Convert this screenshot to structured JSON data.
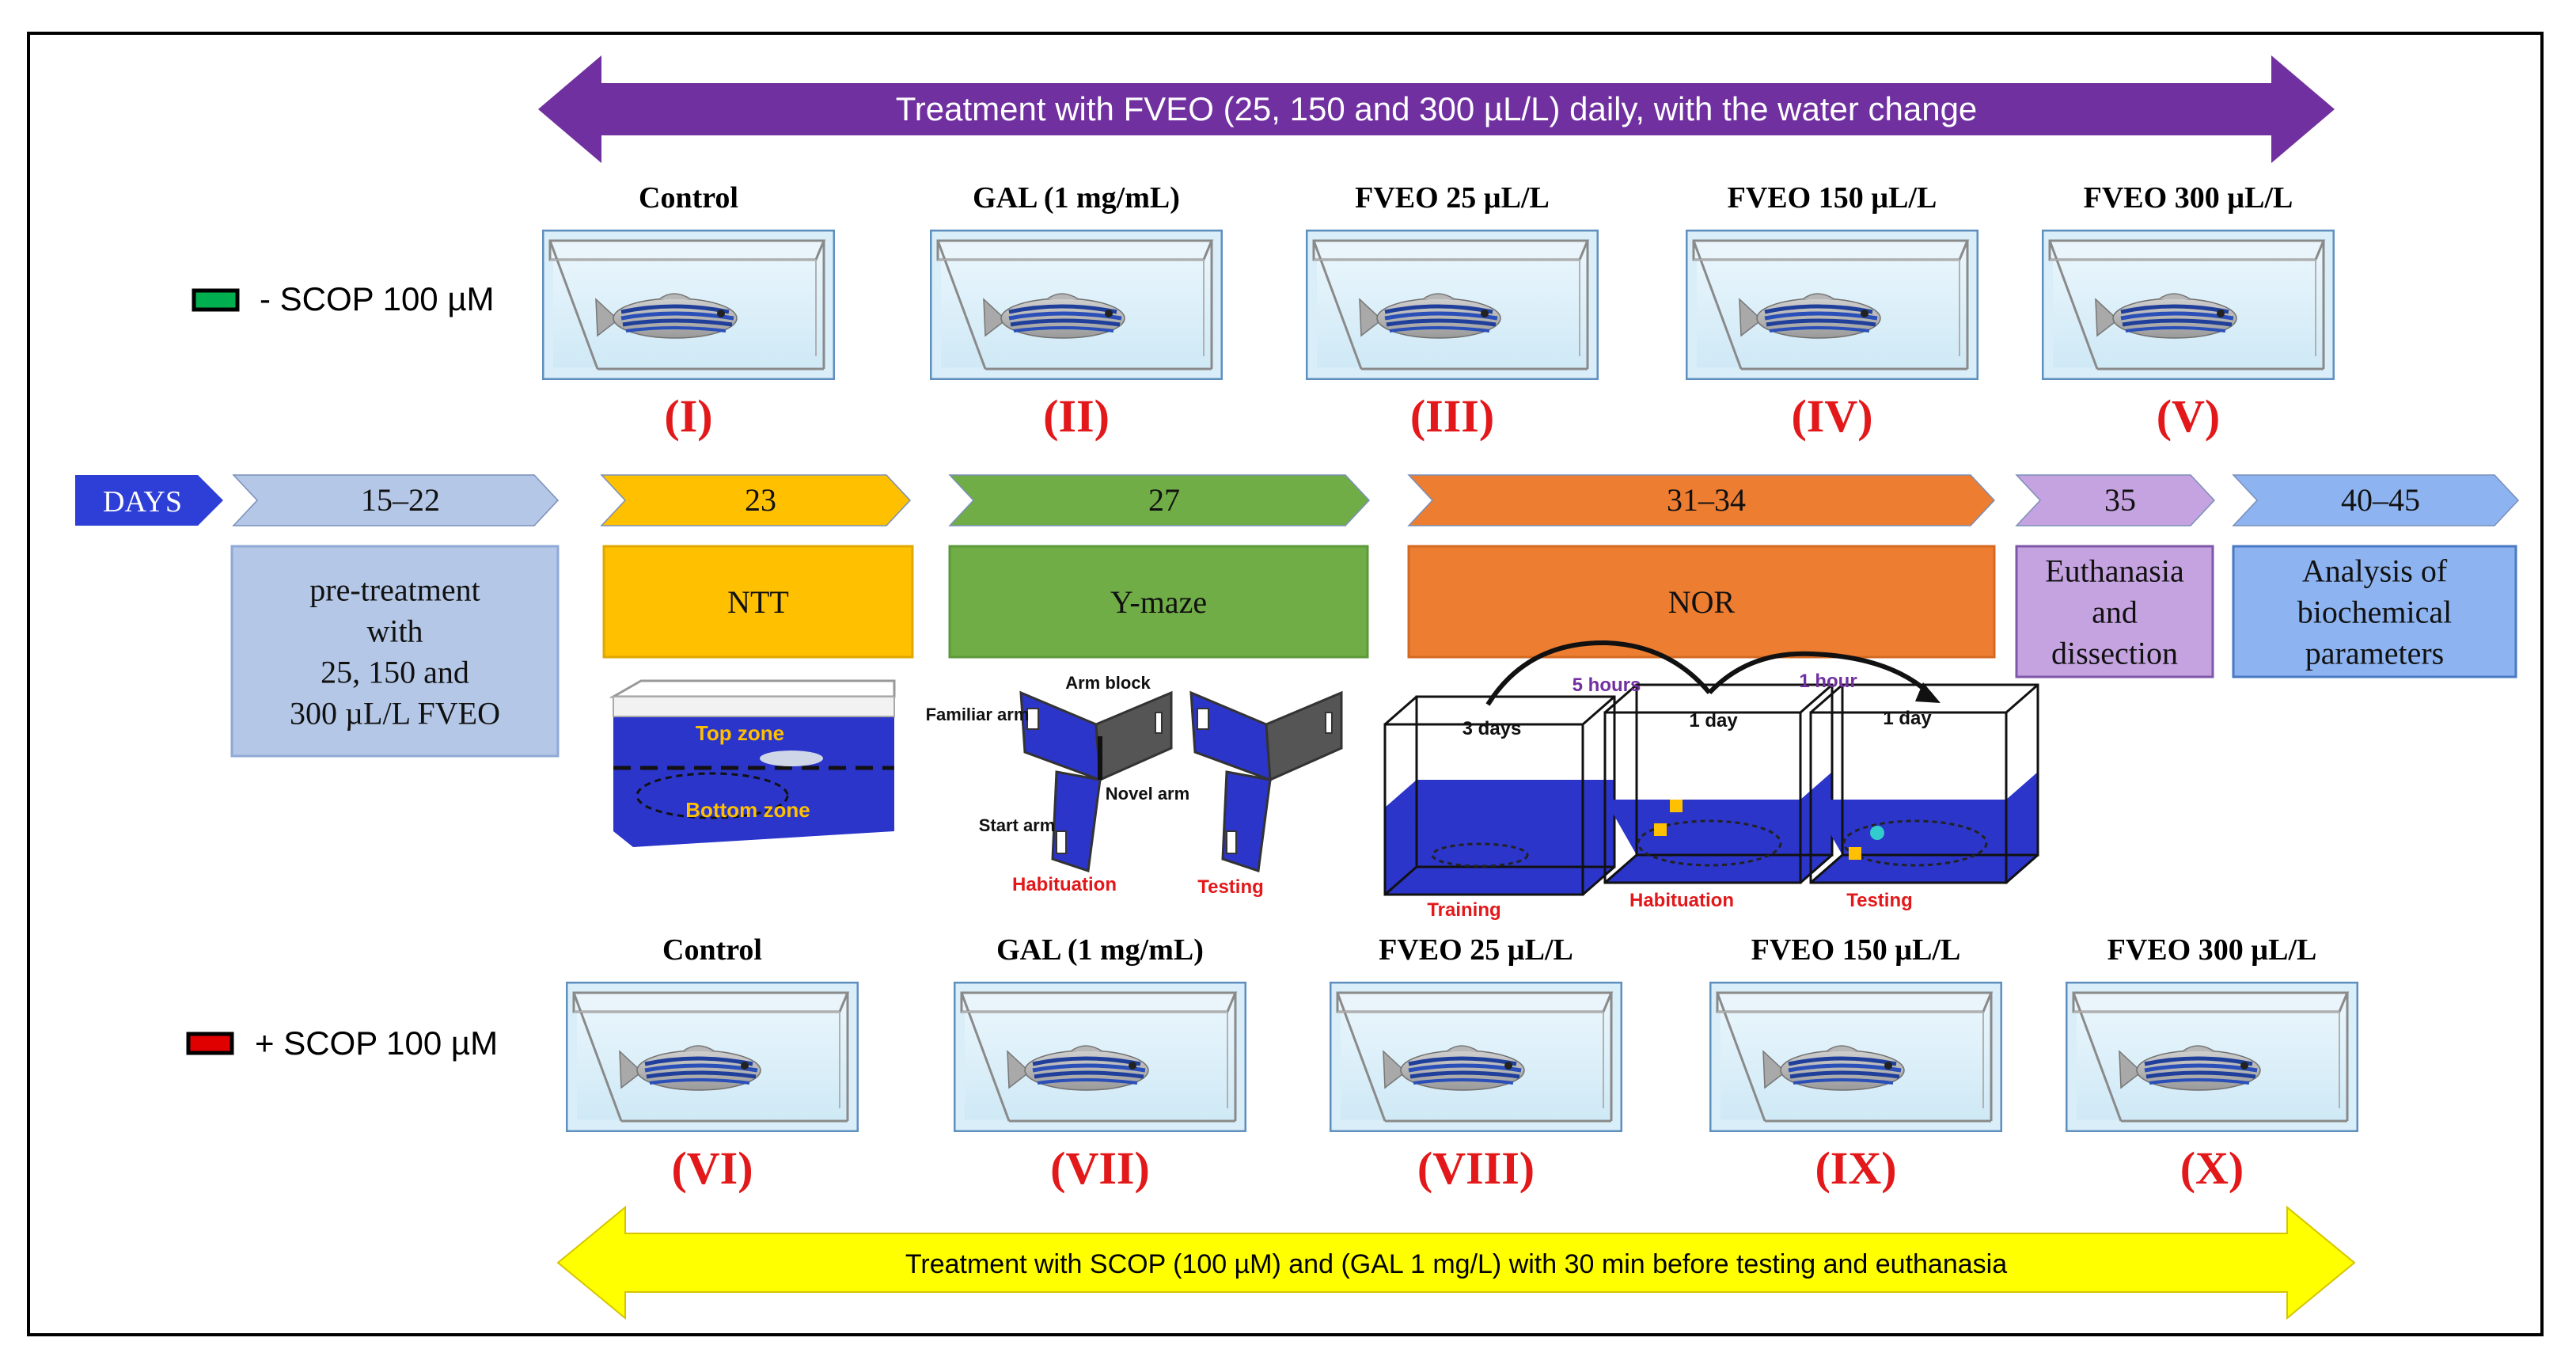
{
  "top_banner": {
    "text": "Treatment with FVEO (25, 150 and 300 µL/L) daily, with the water change",
    "color": "#7030a0"
  },
  "bottom_banner": {
    "text": "Treatment with SCOP (100 µM) and (GAL 1 mg/L)  with 30 min before testing and  euthanasia",
    "color": "#ffff00"
  },
  "legend": {
    "minus": {
      "text": "- SCOP 100 µM",
      "color": "#00b050"
    },
    "plus": {
      "text": "+ SCOP 100 µM",
      "color": "#e00000"
    }
  },
  "top_groups": [
    {
      "label": "Control",
      "roman": "(I)"
    },
    {
      "label": "GAL (1 mg/mL)",
      "roman": "(II)"
    },
    {
      "label": "FVEO 25 µL/L",
      "roman": "(III)"
    },
    {
      "label": "FVEO 150 µL/L",
      "roman": "(IV)"
    },
    {
      "label": "FVEO 300 µL/L",
      "roman": "(V)"
    }
  ],
  "bottom_groups": [
    {
      "label": "Control",
      "roman": "(VI)"
    },
    {
      "label": "GAL (1 mg/mL)",
      "roman": "(VII)"
    },
    {
      "label": "FVEO 25 µL/L",
      "roman": "(VIII)"
    },
    {
      "label": "FVEO 150 µL/L",
      "roman": "(IX)"
    },
    {
      "label": "FVEO 300 µL/L",
      "roman": "(X)"
    }
  ],
  "timeline": {
    "days_label": "DAYS",
    "phases": [
      {
        "days": "15–22",
        "box_lines": [
          "pre-treatment",
          "with",
          "25, 150 and",
          "300 µL/L FVEO"
        ],
        "chevron_color": "#b4c7e7",
        "box_color": "#b4c7e7",
        "box_border": "#8fa9d6"
      },
      {
        "days": "23",
        "box_lines": [
          "NTT"
        ],
        "chevron_color": "#ffc000",
        "box_color": "#ffc000",
        "box_border": "#e0a800"
      },
      {
        "days": "27",
        "box_lines": [
          "Y-maze"
        ],
        "chevron_color": "#70ad47",
        "box_color": "#70ad47",
        "box_border": "#5b9a3a"
      },
      {
        "days": "31–34",
        "box_lines": [
          "NOR"
        ],
        "chevron_color": "#ed7d31",
        "box_color": "#ed7d31",
        "box_border": "#d46a22"
      },
      {
        "days": "35",
        "box_lines": [
          "Euthanasia",
          "and",
          "dissection"
        ],
        "chevron_color": "#c5a3e0",
        "box_color": "#c5a3e0",
        "box_border": "#7e57a8"
      },
      {
        "days": "40–45",
        "box_lines": [
          "Analysis of",
          "biochemical",
          "parameters"
        ],
        "chevron_color": "#8db3f0",
        "box_color": "#8db3f0",
        "box_border": "#4a78c2"
      }
    ]
  },
  "ntt": {
    "top_zone": "Top zone",
    "bottom_zone": "Bottom zone"
  },
  "ymaze": {
    "arm_block": "Arm block",
    "familiar_arm": "Familiar arm",
    "novel_arm": "Novel arm",
    "start_arm": "Start arm",
    "habituation": "Habituation",
    "testing": "Testing"
  },
  "nor": {
    "interval1": "5 hours",
    "interval2": "1 hour",
    "tank1_days": "3 days",
    "tank2_days": "1 day",
    "tank3_days": "1 day",
    "training": "Training",
    "habituation": "Habituation",
    "testing": "Testing"
  }
}
